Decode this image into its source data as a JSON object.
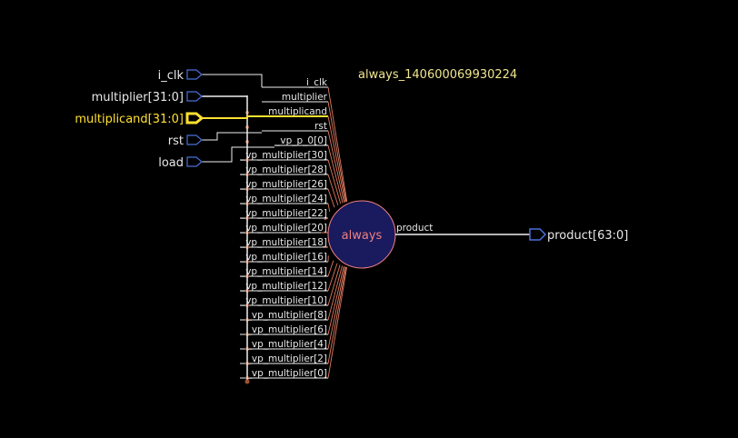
{
  "block": {
    "title": "always_140600069930224",
    "node_label": "always",
    "node_fill": "#1a1a5e",
    "node_stroke": "#f08080"
  },
  "colors": {
    "wire": "#f0f0f0",
    "fan_wire": "#e07a5f",
    "port_stroke": "#4a6fd8",
    "highlight": "#ffe030",
    "tap_dot": "#a0522d"
  },
  "inputs": [
    {
      "label": "i_clk",
      "highlighted": false
    },
    {
      "label": "multiplier[31:0]",
      "highlighted": false
    },
    {
      "label": "multiplicand[31:0]",
      "highlighted": true
    },
    {
      "label": "rst",
      "highlighted": false
    },
    {
      "label": "load",
      "highlighted": false
    }
  ],
  "pins": [
    "i_clk",
    "multiplier",
    "multiplicand",
    "rst",
    "_vp_p_0[0]",
    "_vp_multiplier[30]",
    "_vp_multiplier[28]",
    "_vp_multiplier[26]",
    "_vp_multiplier[24]",
    "_vp_multiplier[22]",
    "_vp_multiplier[20]",
    "_vp_multiplier[18]",
    "_vp_multiplier[16]",
    "_vp_multiplier[14]",
    "_vp_multiplier[12]",
    "_vp_multiplier[10]",
    "_vp_multiplier[8]",
    "_vp_multiplier[6]",
    "_vp_multiplier[4]",
    "_vp_multiplier[2]",
    "_vp_multiplier[0]"
  ],
  "output": {
    "net_label": "product",
    "port_label": "product[63:0]"
  }
}
